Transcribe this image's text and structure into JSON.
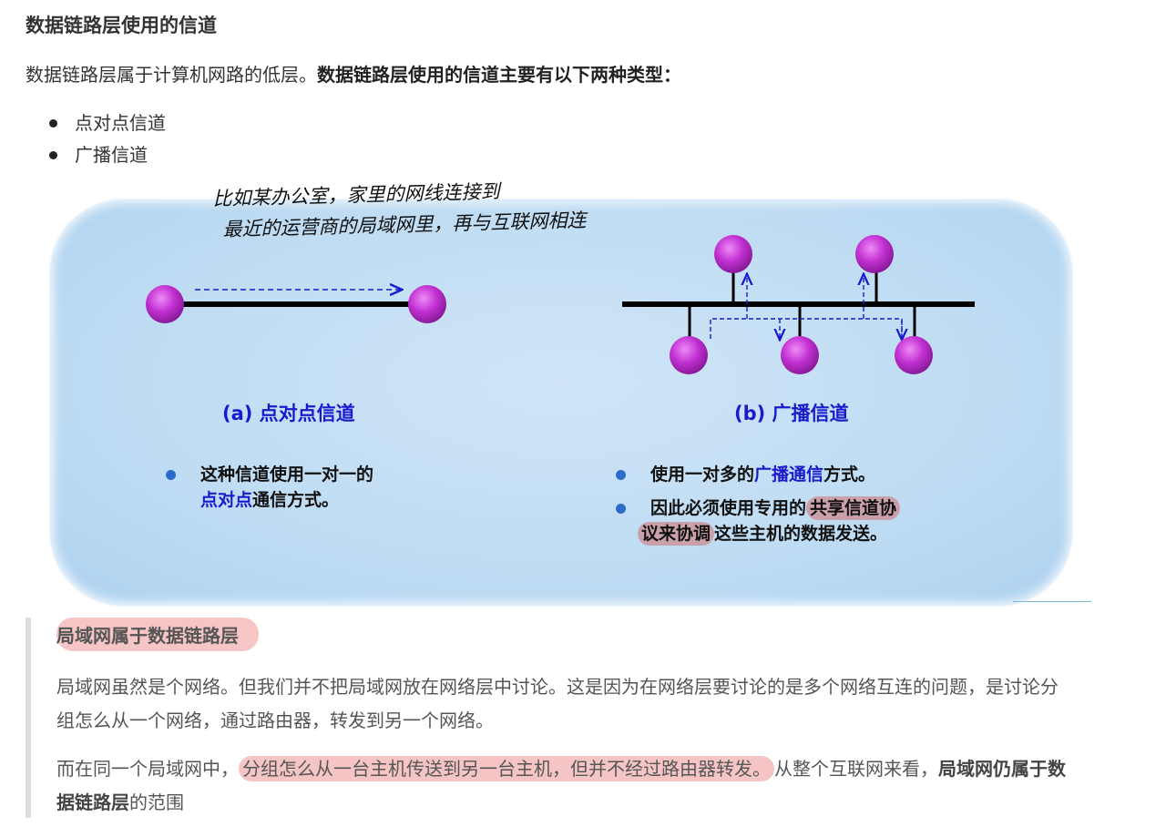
{
  "heading": "数据链路层使用的信道",
  "intro": {
    "plain": "数据链路层属于计算机网路的低层。",
    "bold": "数据链路层使用的信道主要有以下两种类型："
  },
  "bullets": [
    "点对点信道",
    "广播信道"
  ],
  "handnote": {
    "line1": "比如某办公室，家里的网线连接到",
    "line2": "最近的运营商的局域网里，再与互联网相连"
  },
  "figure": {
    "caption_a": "(a) 点对点信道",
    "caption_b": "(b) 广播信道",
    "left_bullet": {
      "line1": "这种信道使用一对一的",
      "highlight": "点对点",
      "line2_rest": "通信方式。"
    },
    "right_bullet1": {
      "before": "使用一对多的",
      "highlight": "广播通信",
      "after": "方式。"
    },
    "right_bullet2": {
      "before": "因此必须使用专用的",
      "hl1": "共享信道协",
      "hl2": "议来协调",
      "after": "这些主机的数据发送。"
    },
    "colors": {
      "node": "#c030d0",
      "line": "#000000",
      "arrow": "#1a1acc",
      "background": "#c4dff4"
    }
  },
  "quote": {
    "title": "局域网属于数据链路层",
    "p1": "局域网虽然是个网络。但我们并不把局域网放在网络层中讨论。这是因为在网络层要讨论的是多个网络互连的问题，是讨论分组怎么从一个网络，通过路由器，转发到另一个网络。",
    "p2_before": "而在同一个局域网中，",
    "p2_highlight": "分组怎么从一台主机传送到另一台主机，但并不经过路由器转发。",
    "p2_after": "从整个互联网来看，",
    "p2_bold": "局域网仍属于数据链路层",
    "p2_end": "的范围"
  }
}
